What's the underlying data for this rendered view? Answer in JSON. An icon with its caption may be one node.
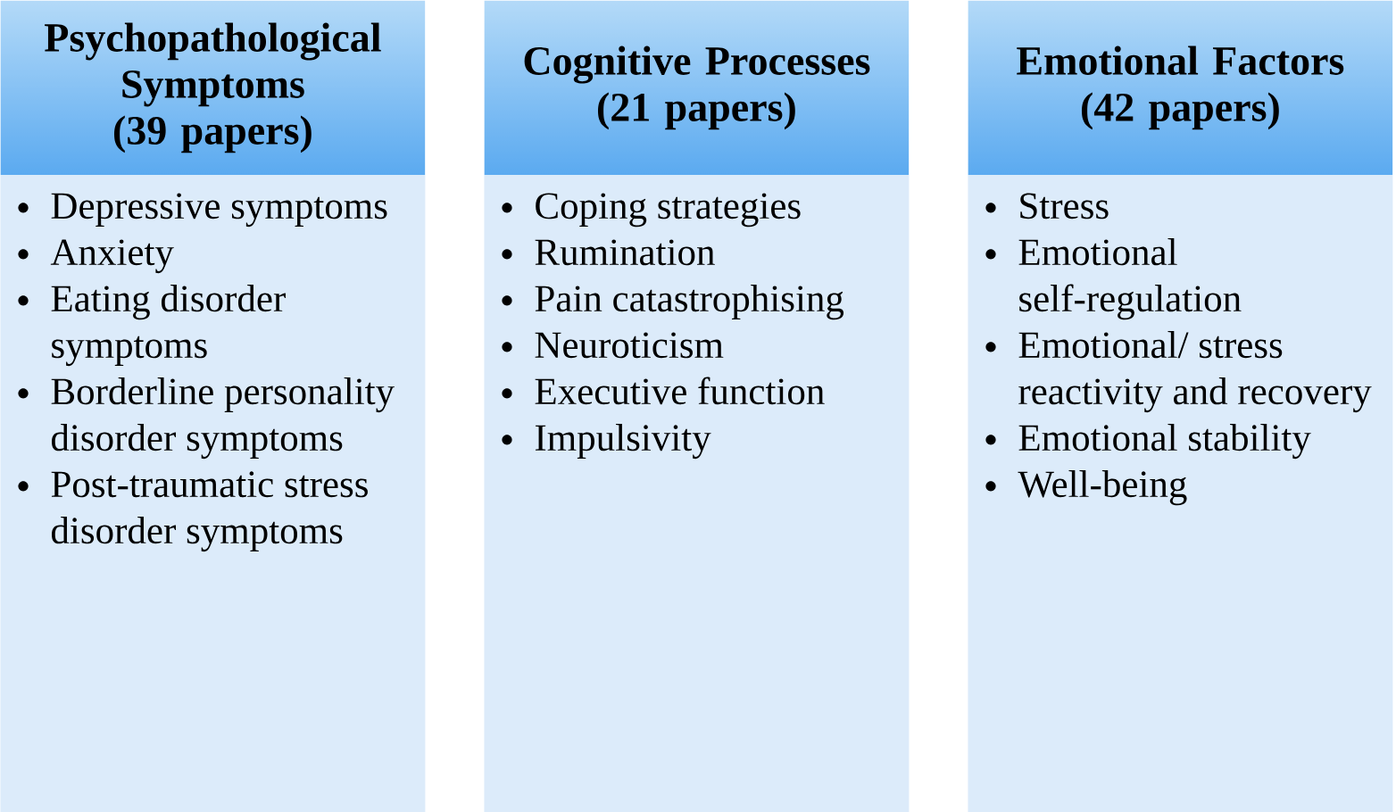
{
  "diagram": {
    "nodes": [
      {
        "text": [
          "Psychopathological Symptoms",
          "(39 papers)"
        ]
      },
      {
        "text": [
          "Depressive symptoms",
          "Anxiety",
          "Eating disorder symptoms",
          "Borderline personality disorder symptoms",
          "Post-traumatic stress disorder symptoms"
        ]
      },
      {
        "text": [
          "Cognitive Processes",
          "(21 papers)"
        ]
      },
      {
        "text": [
          "Coping strategies",
          "Rumination",
          "Pain catastrophising",
          "Neuroticism",
          "Executive function",
          "Impulsivity"
        ]
      },
      {
        "text": [
          "Emotional Factors",
          "(42 papers)"
        ]
      },
      {
        "text": [
          "Stress",
          "Emotional self-regulation",
          "Emotional/ stress reactivity and recovery",
          "Emotional stability",
          "Well-being"
        ]
      }
    ]
  }
}
